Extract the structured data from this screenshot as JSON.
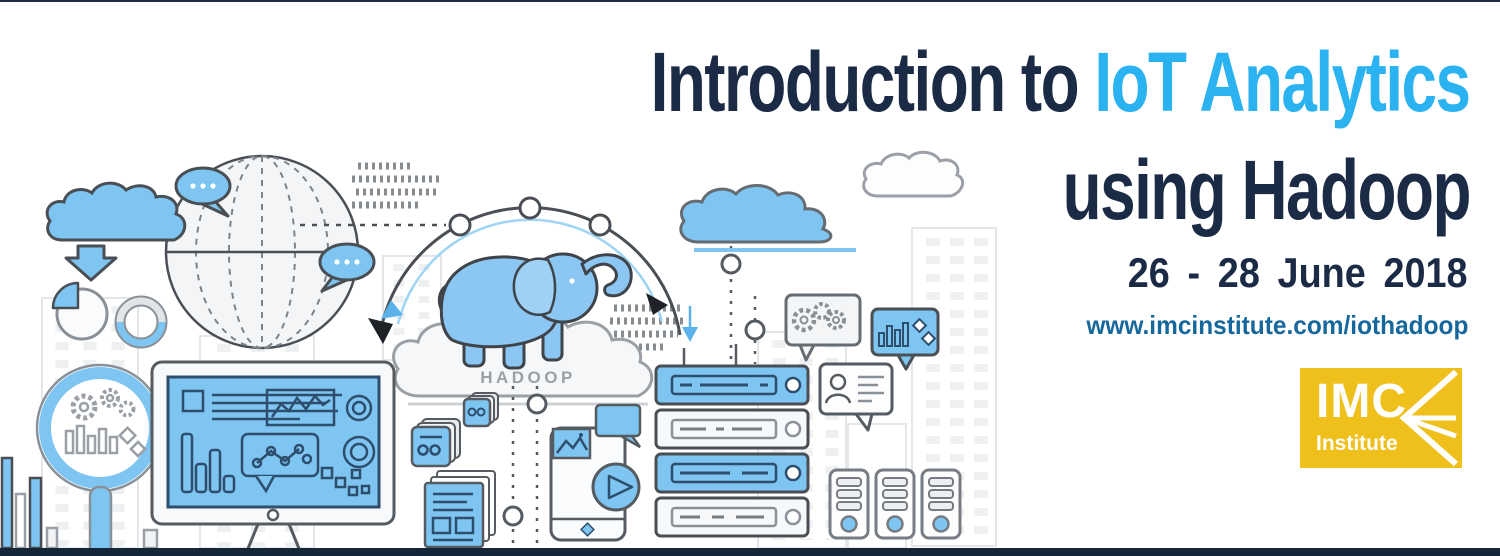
{
  "header": {
    "title_line1_prefix": "Introduction to ",
    "title_line1_accent": "IoT Analytics",
    "title_line2": "using Hadoop",
    "date_range": "26 - 28 June 2018",
    "website_url": "www.imcinstitute.com/iothadoop"
  },
  "logo": {
    "acronym": "IMC",
    "subtitle": "Institute"
  },
  "illustration": {
    "hadoop_cloud_label": "HADOOP"
  },
  "colors": {
    "title_dark_navy": "#1b2a45",
    "title_accent_sky_blue": "#2bb2f0",
    "url_blue": "#16689c",
    "logo_gold": "#efc01b",
    "illustration_blue": "#7ec5f1",
    "frame_bar_navy": "#152638"
  }
}
